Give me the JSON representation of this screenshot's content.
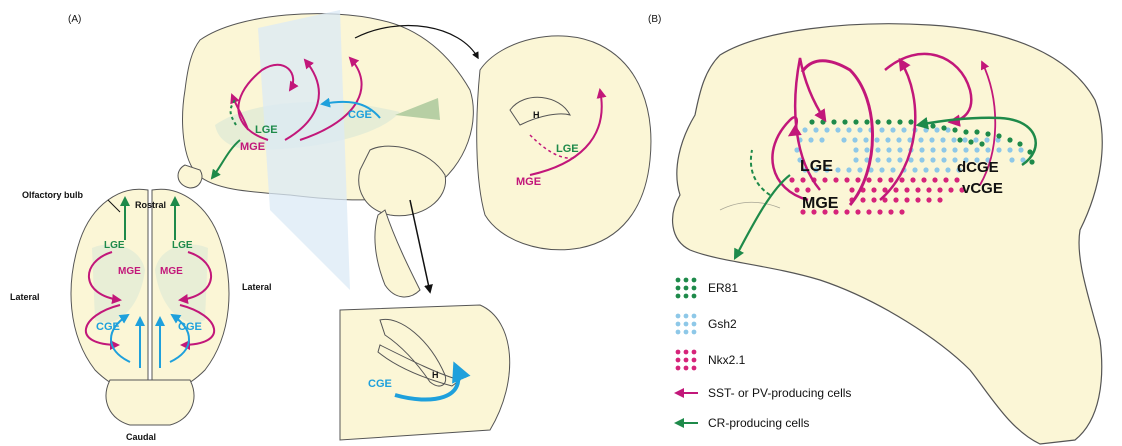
{
  "panel_a": {
    "label": "(A)",
    "regions": {
      "lge": "LGE",
      "mge": "MGE",
      "cge": "CGE",
      "h": "H"
    },
    "orientation": {
      "olfactory_bulb": "Olfactory bulb",
      "rostral": "Rostral",
      "caudal": "Caudal",
      "lateral": "Lateral"
    }
  },
  "panel_b": {
    "label": "(B)",
    "regions": {
      "lge": "LGE",
      "mge": "MGE",
      "dcge": "dCGE",
      "vcge": "vCGE"
    },
    "legend": [
      {
        "key": "er81",
        "label": "ER81",
        "color": "#1e8a4a",
        "kind": "dots"
      },
      {
        "key": "gsh2",
        "label": "Gsh2",
        "color": "#8ec8e8",
        "kind": "dots"
      },
      {
        "key": "nkx",
        "label": "Nkx2.1",
        "color": "#d6247a",
        "kind": "dots"
      },
      {
        "key": "sst",
        "label": "SST- or PV-producing cells",
        "color": "#c2177a",
        "kind": "arrow"
      },
      {
        "key": "cr",
        "label": "CR-producing cells",
        "color": "#1e8a4a",
        "kind": "arrow"
      }
    ]
  },
  "colors": {
    "tissue": "#fbf6d6",
    "outline": "#555555",
    "magenta": "#c2177a",
    "green": "#1e8a4a",
    "blue": "#1ea0dc",
    "lightblue": "#8ec8e8",
    "plane": "#dbe9f5"
  }
}
